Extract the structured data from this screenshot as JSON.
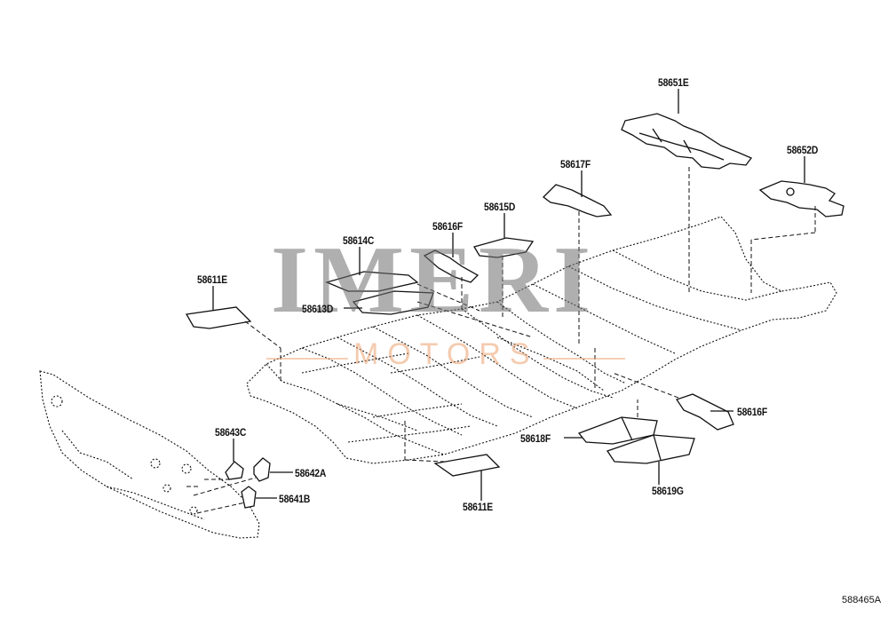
{
  "watermark": {
    "brand": "IMERI",
    "sub": "MOTORS"
  },
  "diagram_code": "588465A",
  "labels": {
    "p58651E": "58651E",
    "p58652D": "58652D",
    "p58617F": "58617F",
    "p58615D": "58615D",
    "p58616F_top": "58616F",
    "p58614C": "58614C",
    "p58611E_left": "58611E",
    "p58613D": "58613D",
    "p58616F_right": "58616F",
    "p58618F": "58618F",
    "p58619G": "58619G",
    "p58611E_bottom": "58611E",
    "p58643C": "58643C",
    "p58642A": "58642A",
    "p58641B": "58641B"
  }
}
